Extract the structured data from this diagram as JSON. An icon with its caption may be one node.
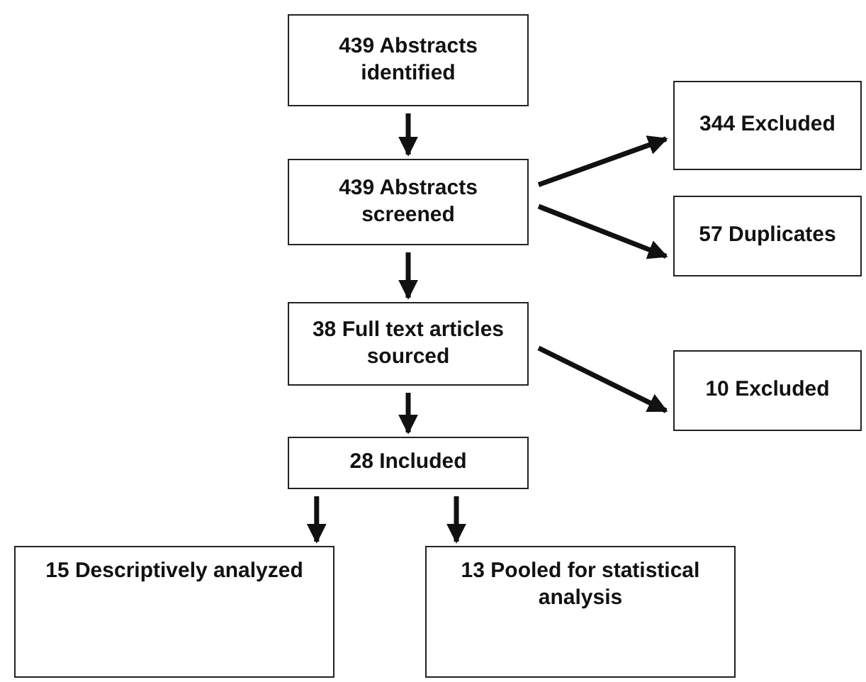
{
  "diagram": {
    "nodes": [
      {
        "text": [
          "439 Abstracts identified"
        ]
      },
      {
        "text": [
          "439 Abstracts screened"
        ]
      },
      {
        "text": [
          "344 Excluded"
        ]
      },
      {
        "text": [
          "57 Duplicates"
        ]
      },
      {
        "text": [
          "38 Full text articles sourced"
        ]
      },
      {
        "text": [
          "10 Excluded"
        ]
      },
      {
        "text": [
          "28 Included"
        ]
      },
      {
        "text": [
          "15 Descriptively analyzed"
        ]
      },
      {
        "text": [
          "13 Pooled for statistical analysis"
        ]
      }
    ],
    "edges": [
      {
        "from": 0,
        "to": 1,
        "arrow": "to"
      },
      {
        "from": 1,
        "to": 2,
        "arrow": "to"
      },
      {
        "from": 1,
        "to": 3,
        "arrow": "to"
      },
      {
        "from": 1,
        "to": 4,
        "arrow": "to"
      },
      {
        "from": 4,
        "to": 5,
        "arrow": "to"
      },
      {
        "from": 4,
        "to": 6,
        "arrow": "to"
      },
      {
        "from": 6,
        "to": 7,
        "arrow": "to"
      },
      {
        "from": 6,
        "to": 8,
        "arrow": "to"
      }
    ]
  }
}
